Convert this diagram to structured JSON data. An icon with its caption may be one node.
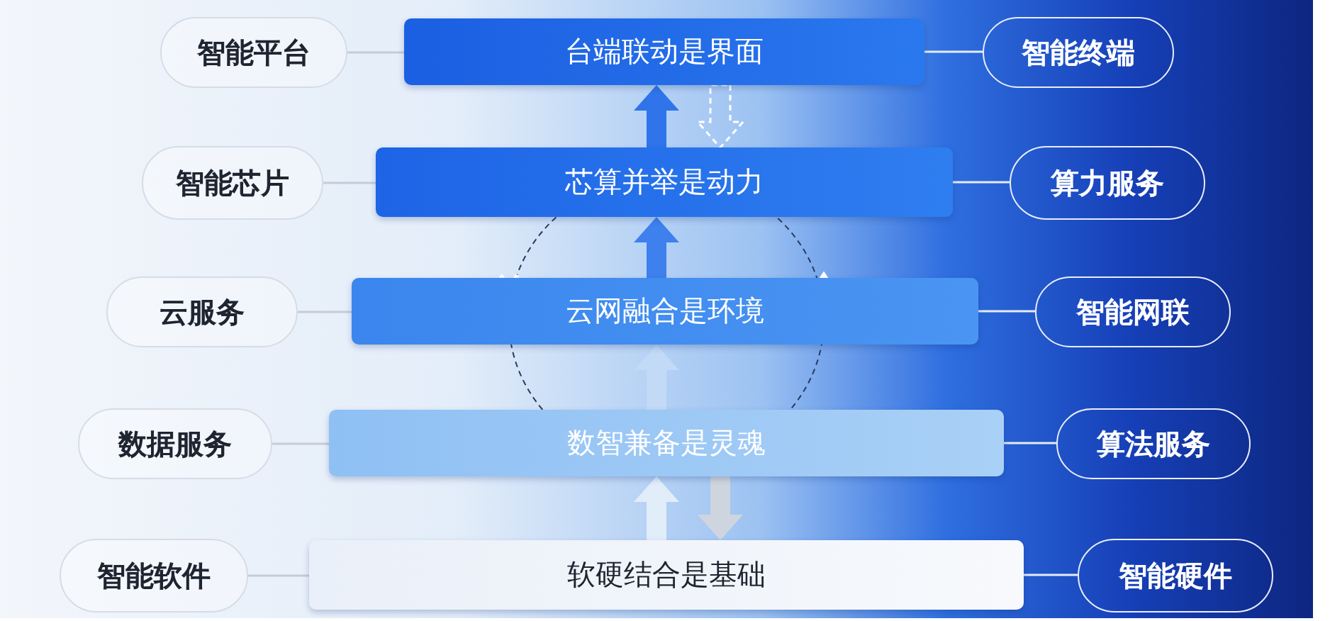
{
  "diagram": {
    "nodes": [
      {
        "text": [
          "智能平台"
        ]
      },
      {
        "text": [
          "台端联动是界面"
        ]
      },
      {
        "text": [
          "智能终端"
        ]
      },
      {
        "text": [
          "智能芯片"
        ]
      },
      {
        "text": [
          "芯算并举是动力"
        ]
      },
      {
        "text": [
          "算力服务"
        ]
      },
      {
        "text": [
          "云服务"
        ]
      },
      {
        "text": [
          "云网融合是环境"
        ]
      },
      {
        "text": [
          "智能网联"
        ]
      },
      {
        "text": [
          "数据服务"
        ]
      },
      {
        "text": [
          "数智兼备是灵魂"
        ]
      },
      {
        "text": [
          "算法服务"
        ]
      },
      {
        "text": [
          "智能软件"
        ]
      },
      {
        "text": [
          "软硬结合是基础"
        ]
      },
      {
        "text": [
          "智能硬件"
        ]
      }
    ],
    "edges": [
      {
        "from": 0,
        "to": 1,
        "arrow": "none"
      },
      {
        "from": 1,
        "to": 2,
        "arrow": "none",
        "color": "#e4ecf8"
      },
      {
        "from": 3,
        "to": 4,
        "arrow": "none"
      },
      {
        "from": 4,
        "to": 5,
        "arrow": "none",
        "color": "#e4ecf8"
      },
      {
        "from": 6,
        "to": 7,
        "arrow": "none"
      },
      {
        "from": 7,
        "to": 8,
        "arrow": "none",
        "color": "#e4ecf8"
      },
      {
        "from": 9,
        "to": 10,
        "arrow": "none"
      },
      {
        "from": 10,
        "to": 11,
        "arrow": "none",
        "color": "#e4ecf8"
      },
      {
        "from": 12,
        "to": 13,
        "arrow": "none"
      },
      {
        "from": 13,
        "to": 14,
        "arrow": "none",
        "color": "#e4ecf8"
      },
      {
        "from": 4,
        "to": 1,
        "arrow": "to",
        "style": "thick",
        "color": "#2f74ea"
      },
      {
        "from": 1,
        "to": 4,
        "arrow": "to",
        "style": "dashed",
        "color": "#ffffff"
      },
      {
        "from": 7,
        "to": 4,
        "arrow": "to",
        "style": "thick",
        "color": "#3d80ee"
      },
      {
        "from": 10,
        "to": 7,
        "arrow": "to",
        "style": "thick",
        "color": "#c2daf6"
      },
      {
        "from": 13,
        "to": 10,
        "arrow": "to",
        "style": "thick",
        "color": "#e2edfa"
      },
      {
        "from": 10,
        "to": 13,
        "arrow": "to",
        "style": "thick",
        "color": "#cfd5de"
      }
    ]
  }
}
